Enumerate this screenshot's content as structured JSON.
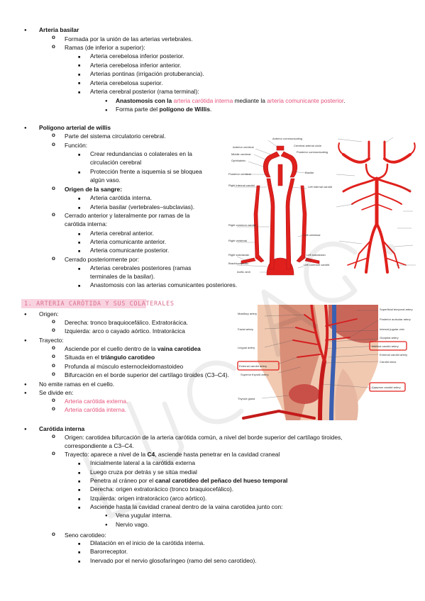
{
  "colors": {
    "accent_pink": "#e5527a",
    "heading_bg": "#f9d2df",
    "artery_red": "#e0201c"
  },
  "basilar": {
    "title": "Arteria basilar",
    "formed": "Formada por la unión de las arterias vertebrales.",
    "branches": "Ramas (de inferior a superior):",
    "b1": "Arteria cerebelosa inferior posterior.",
    "b2": "Arteria cerebelosa inferior anterior.",
    "b3": "Arterias pontinas (irrigación protuberancia).",
    "b4": "Arteria cerebelosa superior.",
    "b5": "Arteria cerebral posterior (rama terminal):",
    "anas_bold": "Anastomosis con la",
    "anas_pink1": "arteria carótida interna",
    "anas_mid": "mediante la",
    "anas_pink2": "arteria comunicante posterior",
    "anas_end": ".",
    "part_pre": "Forma parte del",
    "part_bold": "polígono de Willis",
    "part_end": "."
  },
  "willis": {
    "title": "Polígono arterial de willis",
    "p1": "Parte del sistema circulatorio cerebral.",
    "func": "Función:",
    "f1a": "Crear redundancias o colaterales en la",
    "f1b": "circulación cerebral",
    "f2a": "Protección frente a isquemia si se bloquea",
    "f2b": "algún vaso.",
    "origin": "Origen de la sangre:",
    "o1": "Arteria carótida interna.",
    "o2": "Arteria basilar (vertebrales–subclavias).",
    "ant_a": "Cerrado anterior y lateralmente por ramas de la",
    "ant_b": "carótida interna:",
    "a1": "Arteria cerebral anterior.",
    "a2": "Arteria comunicante anterior.",
    "a3": "Arteria comunicante posterior.",
    "post": "Cerrado posteriormente por:",
    "pp1a": "Arterias cerebrales posteriores (ramas",
    "pp1b": "terminales de la basilar).",
    "pp2": "Anastomosis con las arterias comunicantes posteriores."
  },
  "section_heading": "1. ARTERIA CARÓTIDA Y SUS COLATERALES",
  "carotid": {
    "origin": "Origen:",
    "o1": "Derecha: tronco braquiocefálico. Extratorácica.",
    "o2": "Izquierda: arco o cayado aórtico. Intratorácica",
    "course": "Trayecto:",
    "c1_pre": "Asciende por el cuello dentro de la",
    "c1_bold": "vaina carotidea",
    "c2_pre": "Situada en el",
    "c2_bold": "triángulo carotideo",
    "c3": "Profunda al músculo esternocleidomastoideo",
    "c4": "Bifurcación en el borde superior del cartílago tiroides (C3–C4).",
    "no_branches": "No emite ramas en el cuello.",
    "divides": "Se divide en:",
    "d1": "Arteria carótida externa.",
    "d2": "Arteria carótida interna."
  },
  "internal": {
    "title": "Carótida interna",
    "origin_a": "Origen: carotidea bifurcación de la arteria carótida común, a nivel del borde superior del cartílago tiroides,",
    "origin_b": "correspondiente a C3–C4.",
    "course_pre": "Trayecto: aparece a nivel de la",
    "course_bold": "C4",
    "course_post": ", asciende hasta penetrar en la cavidad craneal",
    "t1": "Inicialmente lateral a la carótida externa",
    "t2": "Luego cruza por detrás y se sitúa medial",
    "t3_pre": "Penetra al cráneo por el",
    "t3_bold": "canal carotídeo del peñaco del hueso temporal",
    "t4": "Derecha: origen extratorácico (tronco braquiocefálico).",
    "t5": "Izquierda: origen intratorácico (arco aórtico).",
    "t6": "Asciende hasta la cavidad craneal dentro de la vaina carotidea junto con:",
    "t6a": "Vena yugular interna.",
    "t6b": "Nervio vago.",
    "sinus": "Seno carotideo:",
    "s1": "Dilatación en el inicio de la carótida interna.",
    "s2": "Barorreceptor.",
    "s3": "Inervado por el nervio glosofaríngeo (ramo del seno carotídeo)."
  },
  "fig1_labels": {
    "l1": "Anterior communicating",
    "l2": "Anterior cerebral",
    "l3": "Cerebral arterial circle",
    "l4": "Middle cerebral",
    "l5": "Posterior communicating",
    "l6": "Ophthalmic",
    "l7": "Posterior cerebral",
    "l8": "Basilar",
    "l9": "Right internal carotid",
    "l10": "Left internal carotid",
    "l11": "Right common carotid",
    "l12": "Left vertebral",
    "l13": "Right vertebral",
    "l14": "Right subclavian",
    "l15": "Left subclavian",
    "l16": "Brachiocephalic",
    "l17": "Left common carotid",
    "l18": "Aortic arch"
  },
  "fig3_labels": {
    "l1": "Superficial temporal artery",
    "l2": "Posterior auricular artery",
    "l3": "Internal jugular vein",
    "l4": "Occipital artery",
    "l5": "Internal carotid artery",
    "l6": "External carotid artery",
    "l7": "Carotid sinus",
    "l8": "Common carotid artery",
    "l9": "Maxillary artery",
    "l10": "Facial artery",
    "l11": "Lingual artery",
    "l12": "Superior thyroid artery",
    "l13": "Thyroid gland"
  }
}
